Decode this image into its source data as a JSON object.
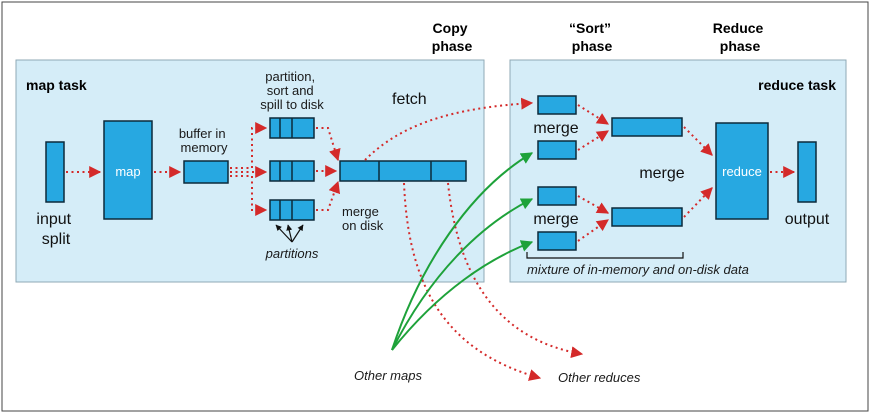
{
  "phases": {
    "copy": [
      "Copy",
      "phase"
    ],
    "sort": [
      "“Sort”",
      "phase"
    ],
    "reduce": [
      "Reduce",
      "phase"
    ]
  },
  "map_task": {
    "title": "map task",
    "input_split": [
      "input",
      "split"
    ],
    "map": "map",
    "buffer": [
      "buffer in",
      "memory"
    ],
    "partition": [
      "partition,",
      "sort and",
      "spill to disk"
    ],
    "partitions": "partitions",
    "merge_on_disk": [
      "merge",
      "on disk"
    ]
  },
  "reduce_task": {
    "title": "reduce task",
    "merge_top": "merge",
    "merge_bottom": "merge",
    "merge_mid": "merge",
    "reduce": "reduce",
    "output": "output",
    "mixture": "mixture of in-memory and on-disk data"
  },
  "fetch": "fetch",
  "other_maps": "Other maps",
  "other_reduces": "Other reduces",
  "colors": {
    "panel": "#d5edf8",
    "box": "#27a8e1",
    "flow_arrow": "#d42a2a",
    "other_maps_arrow": "#1ea23a"
  }
}
